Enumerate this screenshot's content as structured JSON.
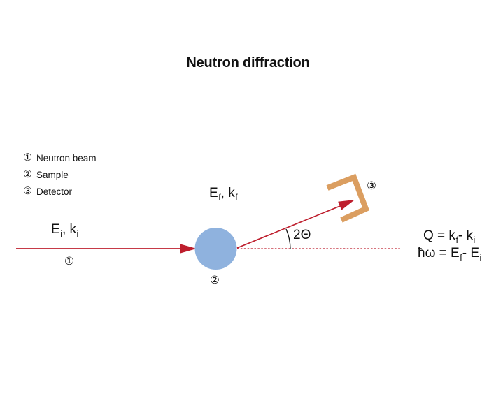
{
  "title": "Neutron diffraction",
  "legend": {
    "items": [
      {
        "num": "①",
        "label": "Neutron beam"
      },
      {
        "num": "②",
        "label": "Sample"
      },
      {
        "num": "③",
        "label": "Detector"
      }
    ]
  },
  "labels": {
    "incident": {
      "p1": "E",
      "s1": "i",
      "p2": ", k",
      "s2": "i"
    },
    "scattered": {
      "p1": "E",
      "s1": "f",
      "p2": ", k",
      "s2": "f"
    },
    "angle": "2Θ",
    "marker1": "①",
    "marker2": "②",
    "marker3": "③"
  },
  "formulas": {
    "momentum": {
      "p1": "Q = k",
      "s1": "f",
      "p2": "- k",
      "s2": "i"
    },
    "energy": {
      "p1": "ħω = E",
      "s1": "f",
      "p2": "- E",
      "s2": "i"
    }
  },
  "colors": {
    "beam": "#be1e2d",
    "sample": "#8fb2de",
    "detector": "#db9e60",
    "text": "#111111"
  }
}
